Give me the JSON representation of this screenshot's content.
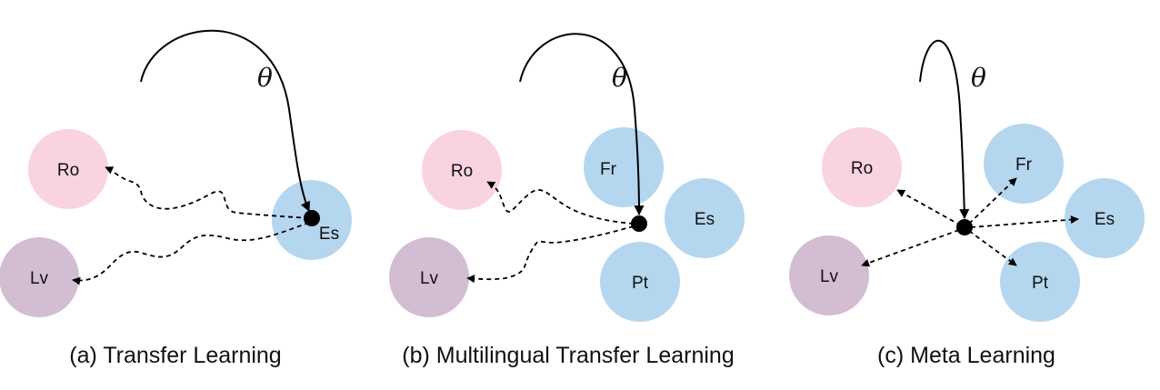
{
  "colors": {
    "pink": "#f9d3de",
    "purple": "#d3bdd3",
    "blue": "#b5d6ef",
    "ink": "#000000"
  },
  "theta_symbol": "θ",
  "panels": [
    {
      "caption": "(a) Transfer Learning",
      "nodes": [
        {
          "label": "Ro",
          "color": "pink"
        },
        {
          "label": "Lv",
          "color": "purple"
        },
        {
          "label": "Es",
          "color": "blue"
        }
      ]
    },
    {
      "caption": "(b) Multilingual Transfer Learning",
      "nodes": [
        {
          "label": "Ro",
          "color": "pink"
        },
        {
          "label": "Lv",
          "color": "purple"
        },
        {
          "label": "Fr",
          "color": "blue"
        },
        {
          "label": "Es",
          "color": "blue"
        },
        {
          "label": "Pt",
          "color": "blue"
        }
      ]
    },
    {
      "caption": "(c) Meta Learning",
      "nodes": [
        {
          "label": "Ro",
          "color": "pink"
        },
        {
          "label": "Lv",
          "color": "purple"
        },
        {
          "label": "Fr",
          "color": "blue"
        },
        {
          "label": "Es",
          "color": "blue"
        },
        {
          "label": "Pt",
          "color": "blue"
        }
      ]
    }
  ]
}
